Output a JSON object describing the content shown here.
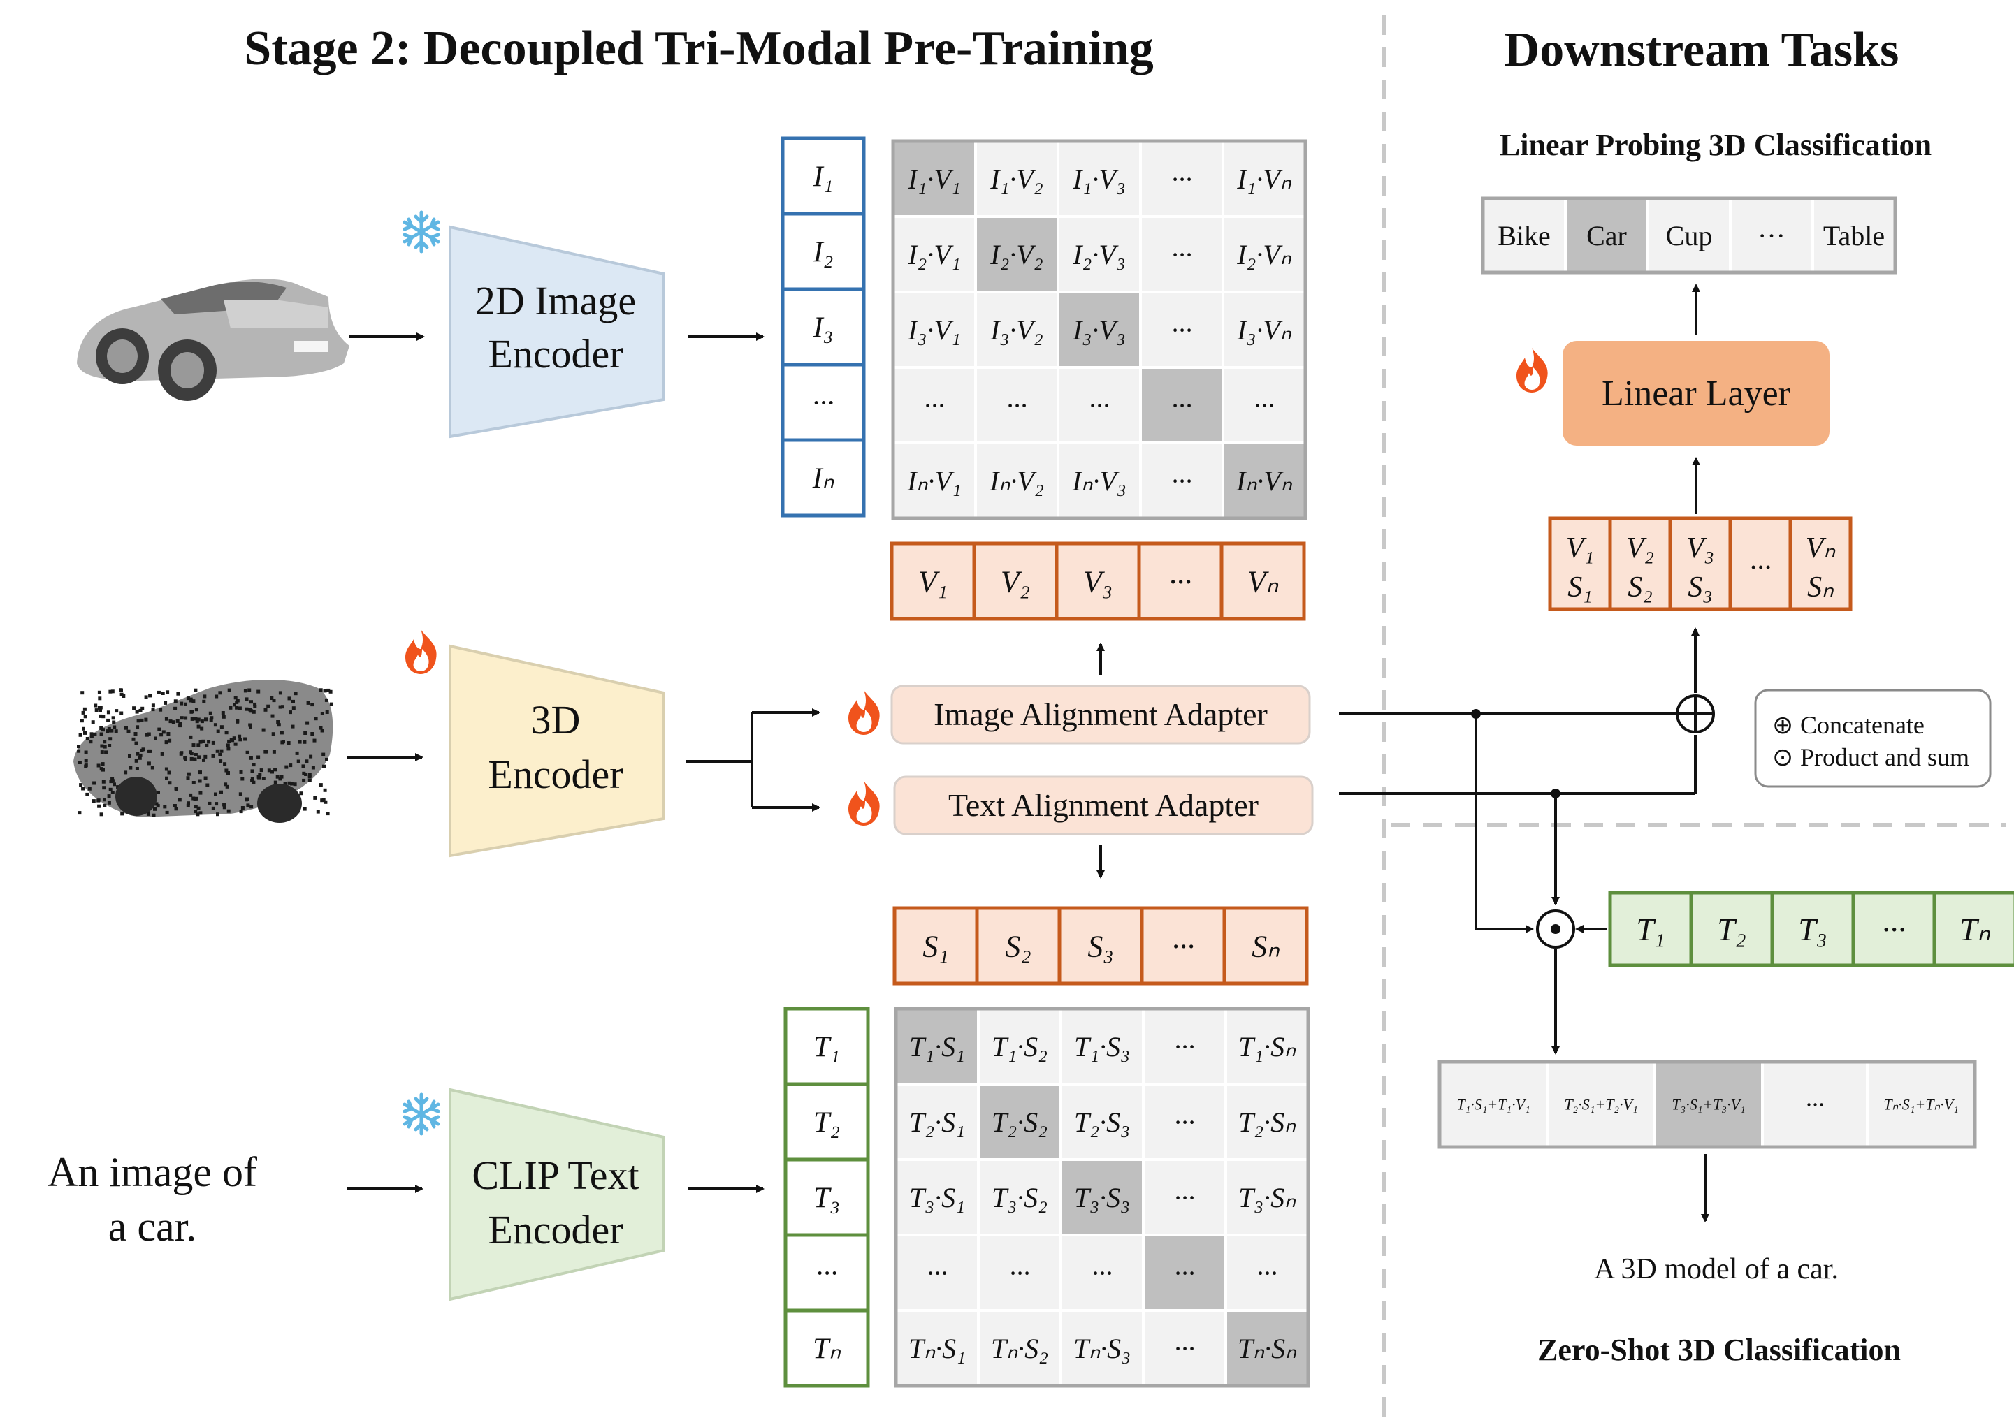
{
  "stage_title": "Stage 2: Decoupled Tri-Modal Pre-Training",
  "downstream_title": "Downstream Tasks",
  "linear_probe_title": "Linear Probing 3D Classification",
  "zero_shot_title": "Zero-Shot 3D Classification",
  "encoders": {
    "image": [
      "2D Image",
      "Encoder"
    ],
    "pc3d": [
      "3D",
      "Encoder"
    ],
    "text": [
      "CLIP Text",
      "Encoder"
    ]
  },
  "text_input": [
    "An image of",
    "a car."
  ],
  "adapters": {
    "image": "Image Alignment Adapter",
    "text": "Text Alignment Adapter"
  },
  "classes": [
    "Bike",
    "Car",
    "Cup",
    "···",
    "Table"
  ],
  "linear_layer": "Linear Layer",
  "legend": {
    "concat_symbol": "⊕",
    "concat": "Concatenate",
    "product_symbol": "⊙",
    "product": "Product and sum"
  },
  "zero_shot_scores": [
    "T₁·S₁+T₁·V₁",
    "T₂·S₁+T₂·V₁",
    "T₃·S₁+T₃·V₁",
    "···",
    "Tₙ·S₁+Tₙ·V₁"
  ],
  "zero_shot_output": "A 3D model of a car.",
  "image_vector": [
    "I₁",
    "I₂",
    "I₃",
    "···",
    "Iₙ"
  ],
  "text_vector": [
    "T₁",
    "T₂",
    "T₃",
    "···",
    "Tₙ"
  ],
  "v_row": [
    "V₁",
    "V₂",
    "V₃",
    "···",
    "Vₙ"
  ],
  "s_row": [
    "S₁",
    "S₂",
    "S₃",
    "···",
    "Sₙ"
  ],
  "t_row_right": [
    "T₁",
    "T₂",
    "T₃",
    "···",
    "Tₙ"
  ],
  "vs_stack": [
    [
      "V₁",
      "S₁"
    ],
    [
      "V₂",
      "S₂"
    ],
    [
      "V₃",
      "S₃"
    ],
    [
      "···",
      ""
    ],
    [
      "Vₙ",
      "Sₙ"
    ]
  ],
  "image_matrix": [
    [
      "I₁·V₁",
      "I₁·V₂",
      "I₁·V₃",
      "···",
      "I₁·Vₙ"
    ],
    [
      "I₂·V₁",
      "I₂·V₂",
      "I₂·V₃",
      "···",
      "I₂·Vₙ"
    ],
    [
      "I₃·V₁",
      "I₃·V₂",
      "I₃·V₃",
      "···",
      "I₃·Vₙ"
    ],
    [
      "···",
      "···",
      "···",
      "···",
      "···"
    ],
    [
      "Iₙ·V₁",
      "Iₙ·V₂",
      "Iₙ·V₃",
      "···",
      "Iₙ·Vₙ"
    ]
  ],
  "text_matrix": [
    [
      "T₁·S₁",
      "T₁·S₂",
      "T₁·S₃",
      "···",
      "T₁·Sₙ"
    ],
    [
      "T₂·S₁",
      "T₂·S₂",
      "T₂·S₃",
      "···",
      "T₂·Sₙ"
    ],
    [
      "T₃·S₁",
      "T₃·S₂",
      "T₃·S₃",
      "···",
      "T₃·Sₙ"
    ],
    [
      "···",
      "···",
      "···",
      "···",
      "···"
    ],
    [
      "Tₙ·S₁",
      "Tₙ·S₂",
      "Tₙ·S₃",
      "···",
      "Tₙ·Sₙ"
    ]
  ],
  "colors": {
    "blue_border": "#3572b0",
    "green_border": "#5e8f3e",
    "orange_border": "#c55a1c",
    "orange_fill": "#fbe3d6",
    "cell_light": "#f2f2f2",
    "cell_dark": "#bfbfbf",
    "cell_border": "#a6a6a6",
    "image_encoder": "#dce8f4",
    "pc_encoder": "#fcefcc",
    "text_encoder": "#e2efd9",
    "linear_layer": "#f4b183",
    "adapter_fill": "#fbe3d6"
  },
  "icons": {
    "frozen": "snowflake-icon",
    "trainable": "flame-icon"
  }
}
